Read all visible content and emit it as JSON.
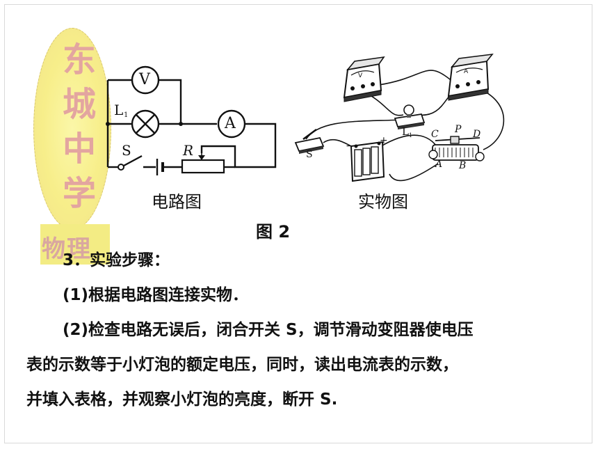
{
  "watermark": {
    "school_chars": [
      "东",
      "城",
      "中",
      "学"
    ],
    "subject": "物理",
    "colors": {
      "oval": "#f7ee8a",
      "text": "#e3a5a0"
    }
  },
  "circuit_diagram": {
    "labels": {
      "voltmeter": "V",
      "ammeter": "A",
      "lamp": "L",
      "lamp_sub": "1",
      "switch": "S",
      "rheostat": "R"
    },
    "caption": "电路图"
  },
  "physical_diagram": {
    "labels": {
      "lamp": "L",
      "lamp_sub": "1",
      "switch": "S",
      "minus": "−",
      "plus": "+",
      "terminal_c": "C",
      "terminal_p": "P",
      "terminal_d": "D",
      "terminal_a": "A",
      "terminal_b": "B",
      "voltmeter_face": "V",
      "ammeter_face": "A"
    },
    "caption": "实物图"
  },
  "figure_label": "图 2",
  "steps": {
    "heading": "3．实验步骤：",
    "item1": "(1)根据电路图连接实物．",
    "item2_line1": "(2)检查电路无误后，闭合开关 S，调节滑动变阻器使电压",
    "item2_line2": "表的示数等于小灯泡的额定电压，同时，读出电流表的示数，",
    "item2_line3": "并填入表格，并观察小灯泡的亮度，断开 S."
  }
}
